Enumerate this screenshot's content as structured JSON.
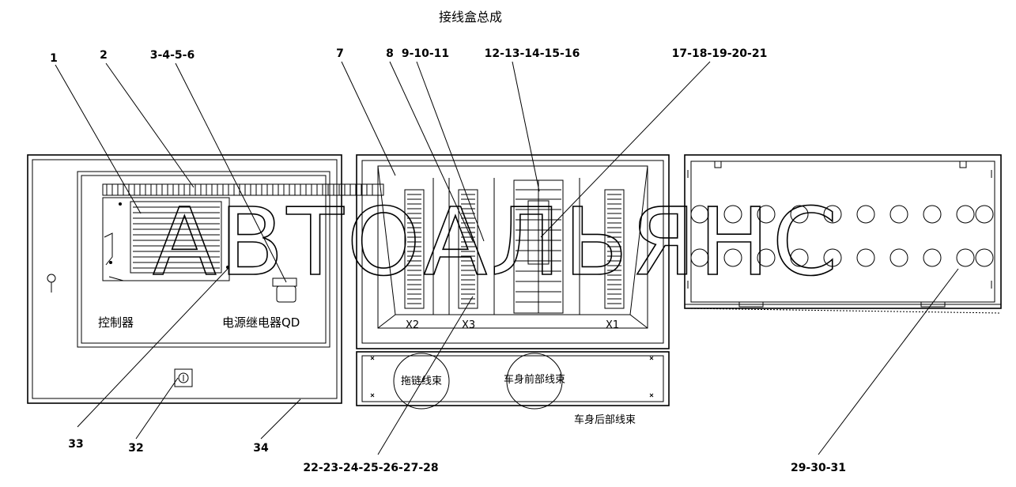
{
  "title": "接线盒总成",
  "watermark": "АВТОАЛЬЯНС",
  "callouts_top": [
    "1",
    "2",
    "3-4-5-6",
    "7",
    "8",
    "9-10-11",
    "12-13-14-15-16",
    "17-18-19-20-21"
  ],
  "callouts_bottom": [
    "33",
    "32",
    "34",
    "22-23-24-25-26-27-28",
    "29-30-31"
  ],
  "component_labels": {
    "controller": "控制器",
    "power_relay": "电源继电器QD",
    "x2": "X2",
    "x3": "X3",
    "x1": "X1",
    "drag_chain_harness": "拖链线束",
    "front_body_harness": "车身前部线束",
    "rear_body_harness": "车身后部线束"
  }
}
